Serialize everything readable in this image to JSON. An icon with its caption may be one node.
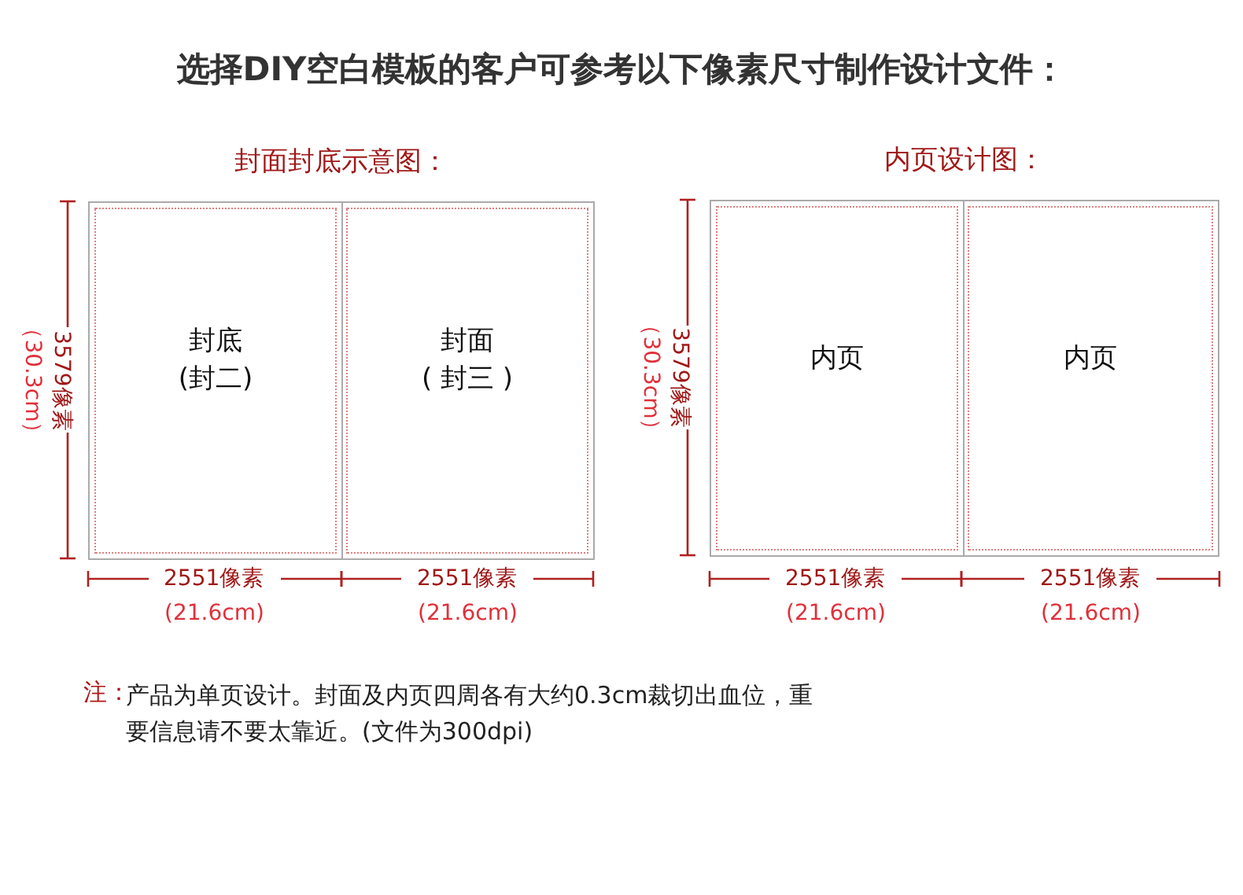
{
  "diagram": {
    "title": "选择DIY空白模板的客户可参考以下像素尺寸制作设计文件：",
    "nodes": [
      {
        "text": [
          "封面封底示意图："
        ]
      },
      {
        "text": [
          "封底",
          "(封二)"
        ],
        "in": 0
      },
      {
        "text": [
          "封面",
          "( 封三 )"
        ],
        "in": 0
      },
      {
        "text": [
          "内页设计图："
        ]
      },
      {
        "text": [
          "内页"
        ],
        "in": 3
      },
      {
        "text": [
          "内页"
        ],
        "in": 3
      }
    ],
    "labels": [
      "3579像素",
      "（30.3cm）",
      "2551像素",
      "(21.6cm)",
      "2551像素",
      "(21.6cm)",
      "3579像素",
      "（30.3cm）",
      "2551像素",
      "(21.6cm)",
      "2551像素",
      "(21.6cm)",
      "注：",
      "产品为单页设计。封面及内页四周各有大约0.3cm裁切出血位，重要信息请不要太靠近。(文件为300dpi)"
    ]
  }
}
